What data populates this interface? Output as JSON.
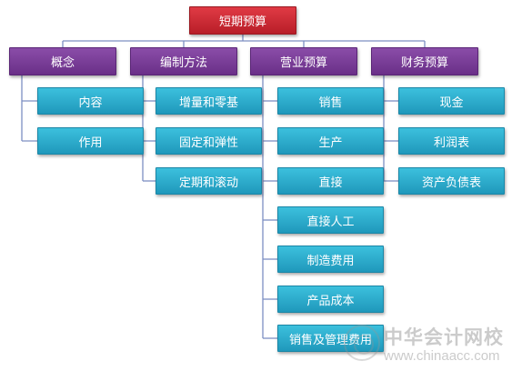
{
  "root": {
    "label": "短期预算"
  },
  "categories": [
    {
      "label": "概念",
      "children": [
        "内容",
        "作用"
      ]
    },
    {
      "label": "编制方法",
      "children": [
        "增量和零基",
        "固定和弹性",
        "定期和滚动"
      ]
    },
    {
      "label": "营业预算",
      "children": [
        "销售",
        "生产",
        "直接",
        "直接人工",
        "制造费用",
        "产品成本",
        "销售及管理费用"
      ]
    },
    {
      "label": "财务预算",
      "children": [
        "现金",
        "利润表",
        "资产负债表"
      ]
    }
  ],
  "watermark": {
    "name": "中华会计网校",
    "url": "www.chinaacc.com"
  },
  "colors": {
    "root": "#c8242e",
    "category": "#7b3d99",
    "leaf": "#2aa8c8",
    "connector": "#7d8fc2"
  }
}
